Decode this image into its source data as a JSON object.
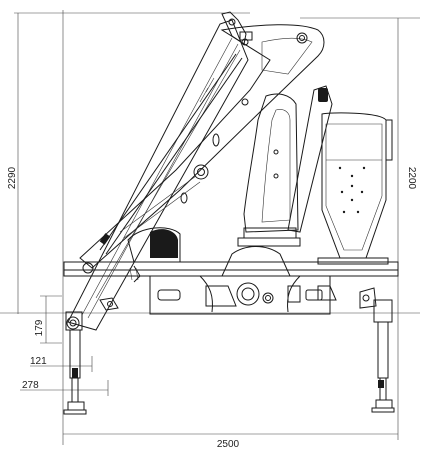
{
  "drawing": {
    "dimensions": {
      "overall_height": "2290",
      "right_height": "2200",
      "outrigger_offset": "179",
      "foot_inner": "121",
      "foot_outer": "278",
      "overall_width": "2500"
    }
  }
}
